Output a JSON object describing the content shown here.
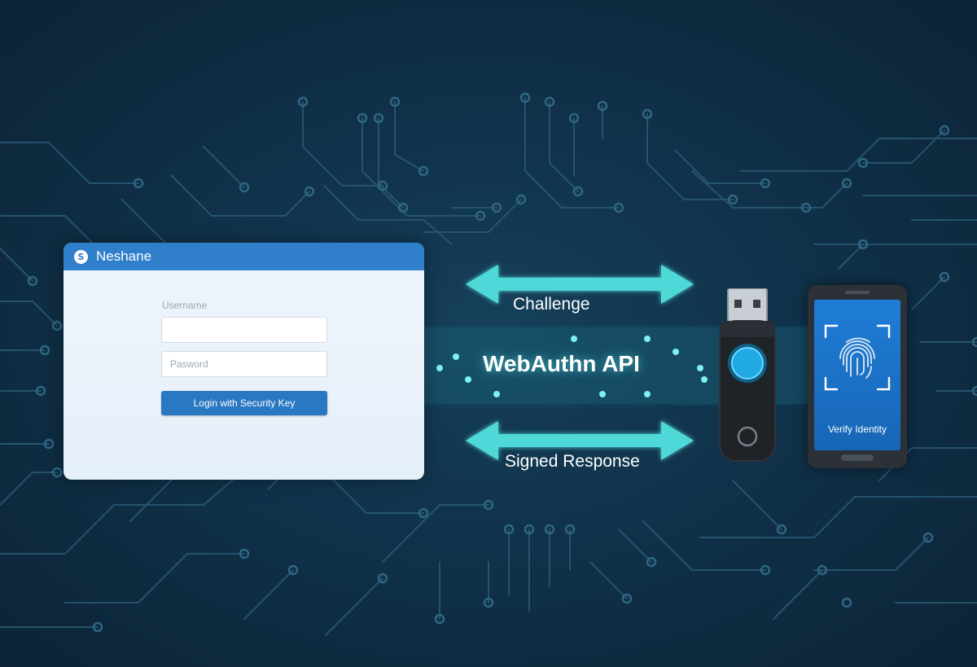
{
  "login_window": {
    "app_name": "Neshane",
    "logo_glyph": "S",
    "username_label": "Username",
    "username_value": "",
    "password_placeholder": "Pasword",
    "password_value": "",
    "login_button_label": "Login with Security Key"
  },
  "flow": {
    "challenge_label": "Challenge",
    "api_label": "WebAuthn API",
    "signed_response_label": "Signed Response"
  },
  "phone": {
    "verify_label": "Verify Identity"
  },
  "icons": [
    "fingerprint-icon",
    "usb-security-key-icon",
    "app-logo-icon",
    "double-arrow-icon"
  ],
  "colors": {
    "background": "#10324a",
    "circuit": "#2f5f7a",
    "accent_cyan": "#4fd8d8",
    "titlebar_blue": "#2f7fcb",
    "button_blue": "#2b78c2",
    "phone_screen": "#1f7dd6",
    "key_button": "#21a9e6"
  }
}
